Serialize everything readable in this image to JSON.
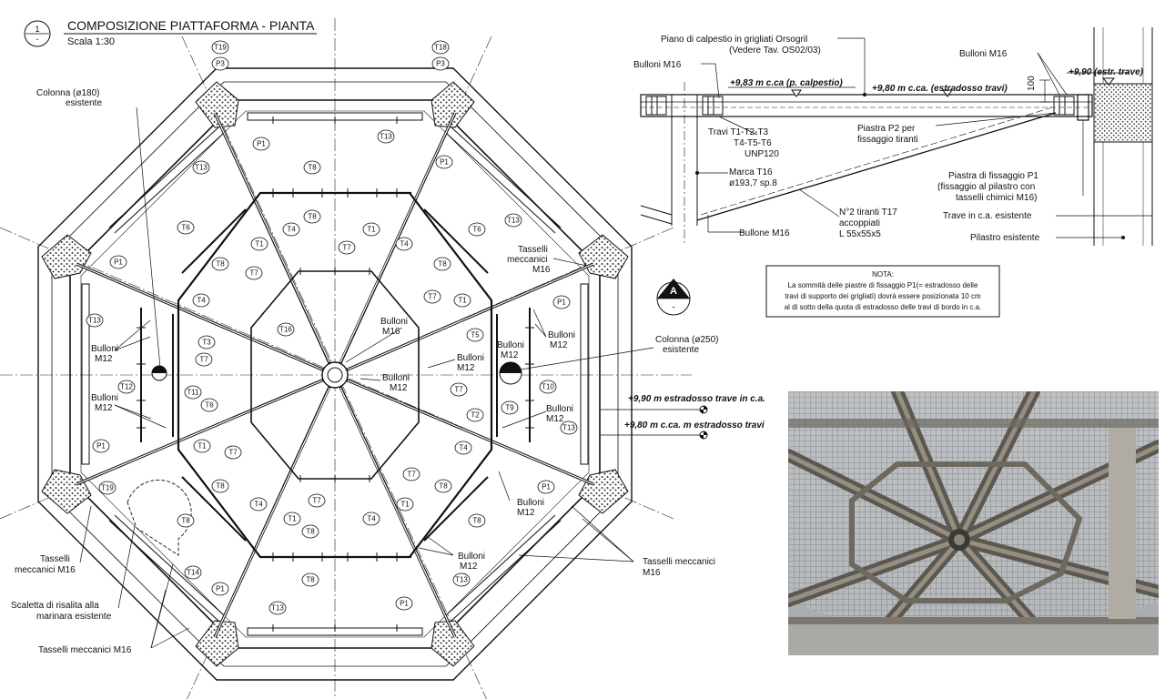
{
  "header": {
    "number": "1",
    "sub": "-",
    "title": "COMPOSIZIONE PIATTAFORMA - PIANTA",
    "scale": "Scala 1:30"
  },
  "plan_labels": {
    "colonna180": [
      "Colonna (ø180)",
      "esistente"
    ],
    "colonna250": [
      "Colonna (ø250)",
      "esistente"
    ],
    "tasselli_right": [
      "Tasselli",
      "meccanici",
      "M16"
    ],
    "tasselli_left": [
      "Tasselli",
      "meccanici M16"
    ],
    "tasselli_br": [
      "Tasselli meccanici",
      "M16"
    ],
    "tasselli_bottom": "Tasselli meccanici M16",
    "scaletta": [
      "Scaletta di risalita alla",
      "marinara esistente"
    ],
    "bulloni_m16_center": [
      "Bulloni",
      "M16"
    ],
    "bulloni_m12": [
      "Bulloni",
      "M12"
    ],
    "section_letter": "A",
    "section_sub": "-",
    "level_990": "+9,90 m estradosso trave in c.a.",
    "level_980": "+9,80 m c.ca. m estradosso travi"
  },
  "tags": {
    "t19": "T19",
    "t18": "T18",
    "p3": "P3",
    "p1": "P1",
    "t13": "T13",
    "t8": "T8",
    "t6": "T6",
    "t4": "T4",
    "t1": "T1",
    "t7": "T7",
    "t3": "T3",
    "t16": "T16",
    "t12": "T12",
    "t11": "T11",
    "t5": "T5",
    "t9": "T9",
    "t2": "T2",
    "t10": "T10",
    "t14": "T14"
  },
  "section_labels": {
    "piano": [
      "Piano di calpestio in grigliati Orsogril",
      "(Vedere Tav. OS02/03)"
    ],
    "bulloni_m16": "Bulloni M16",
    "level_983": "+9,83 m c.ca (p. calpestio)",
    "level_980b": "+9,80 m c.ca. (estradosso travi)",
    "level_990b": "+9,90 (estr. trave)",
    "dim_100": "100",
    "travi": [
      "Travi T1-T2-T3",
      "T4-T5-T6",
      "UNP120"
    ],
    "piastra_p2": [
      "Piastra P2 per",
      "fissaggio tiranti"
    ],
    "marca_t16": [
      "Marca T16",
      "ø193,7 sp.8"
    ],
    "tiranti": [
      "N°2 tiranti T17",
      "accoppiati",
      "L 55x55x5"
    ],
    "piastra_p1": [
      "Piastra di fissaggio P1",
      "(fissaggio al pilastro con",
      "tasselli chimici M16)"
    ],
    "trave_ca": "Trave in c.a. esistente",
    "bullone_m16": "Bullone M16",
    "pilastro": "Pilastro esistente"
  },
  "nota": {
    "title": "NOTA:",
    "lines": [
      "La sommità delle piastre di fissaggio P1(= estradosso delle",
      "travi di supporto dei grigliati) dovrà essere posizionata 10 cm",
      "al di sotto della quota di estradosso delle travi di bordo in c.a."
    ]
  },
  "colors": {
    "ink": "#111111",
    "hatch": "#555555",
    "photo_sky": "#c9ccd0",
    "photo_steel": "#8a8578",
    "photo_grate": "#b4b6b8",
    "photo_dark": "#3c3a35"
  }
}
